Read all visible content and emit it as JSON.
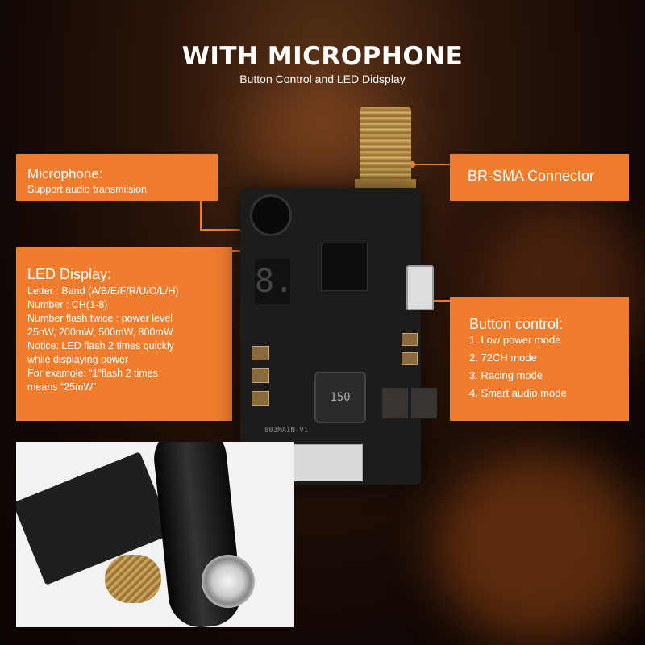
{
  "header": {
    "title": "WITH MICROPHONE",
    "subtitle": "Button Control and LED Didsplay"
  },
  "callouts": {
    "microphone": {
      "title": "Microphone:",
      "lines": [
        "Support audio transmiision"
      ]
    },
    "connector": {
      "title": "BR-SMA Connector"
    },
    "led": {
      "title": "LED Display:",
      "lines": [
        "Letter : Band (A/B/E/F/R/U/O/L/H)",
        "Number : CH(1-8)",
        "Number flash twice : power level",
        "25nW, 200mW, 500mW, 800mW",
        "Notice: LED flash 2 times quickly",
        "while displaying power",
        "For examole: “1”flash 2 times",
        "means “25mW”"
      ]
    },
    "button": {
      "title": "Button control:",
      "lines": [
        "1. Low power mode",
        "2. 72CH mode",
        "3. Racing mode",
        "4. Smart audio mode"
      ]
    }
  },
  "board": {
    "inductor_label": "150",
    "pcb_label": "803MAIN-V1",
    "led_digit": "8."
  },
  "colors": {
    "accent": "#f07c2e",
    "background": "#1a0c06"
  }
}
